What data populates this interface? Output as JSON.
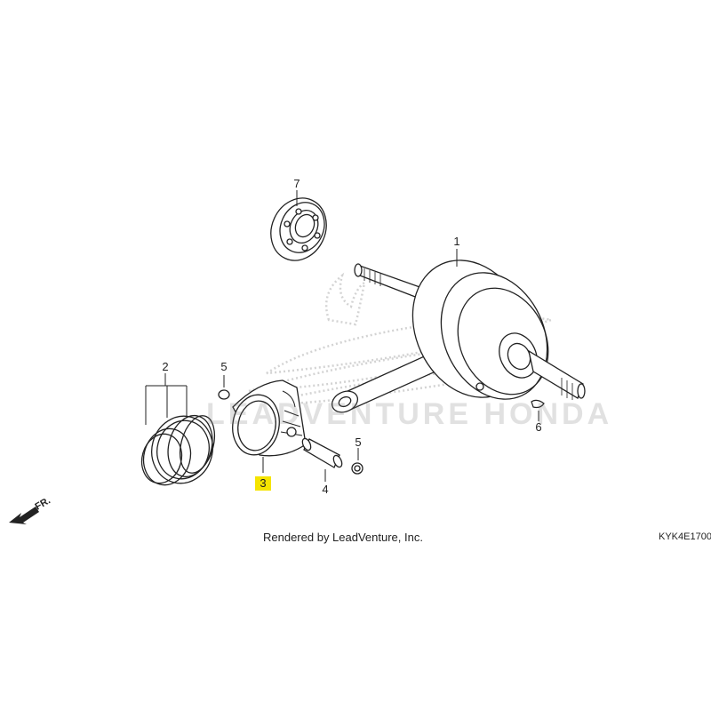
{
  "callouts": {
    "c1": "1",
    "c2": "2",
    "c3": "3",
    "c4": "4",
    "c5a": "5",
    "c5b": "5",
    "c6": "6",
    "c7": "7"
  },
  "highlight_color": "#f5e400",
  "credit": "Rendered by LeadVenture, Inc.",
  "diagram_code": "KYK4E1700",
  "front_arrow_label": "FR.",
  "watermark": "LEADVENTURE HONDA"
}
